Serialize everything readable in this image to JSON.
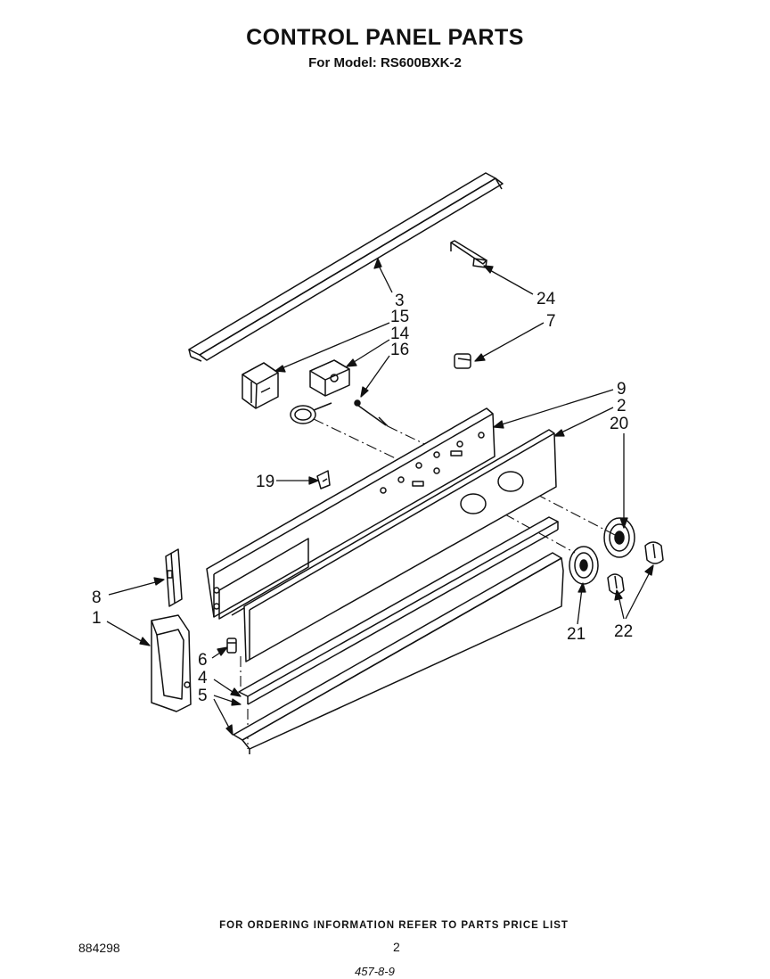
{
  "header": {
    "title": "CONTROL PANEL PARTS",
    "subtitle": "For Model: RS600BXK-2"
  },
  "callouts": [
    "1",
    "2",
    "3",
    "4",
    "5",
    "6",
    "7",
    "8",
    "9",
    "14",
    "15",
    "16",
    "19",
    "20",
    "21",
    "22",
    "24"
  ],
  "footer": {
    "note": "FOR ORDERING INFORMATION REFER TO PARTS PRICE LIST",
    "doc_number": "884298",
    "page_number": "2",
    "stamp": "457-8-9"
  }
}
